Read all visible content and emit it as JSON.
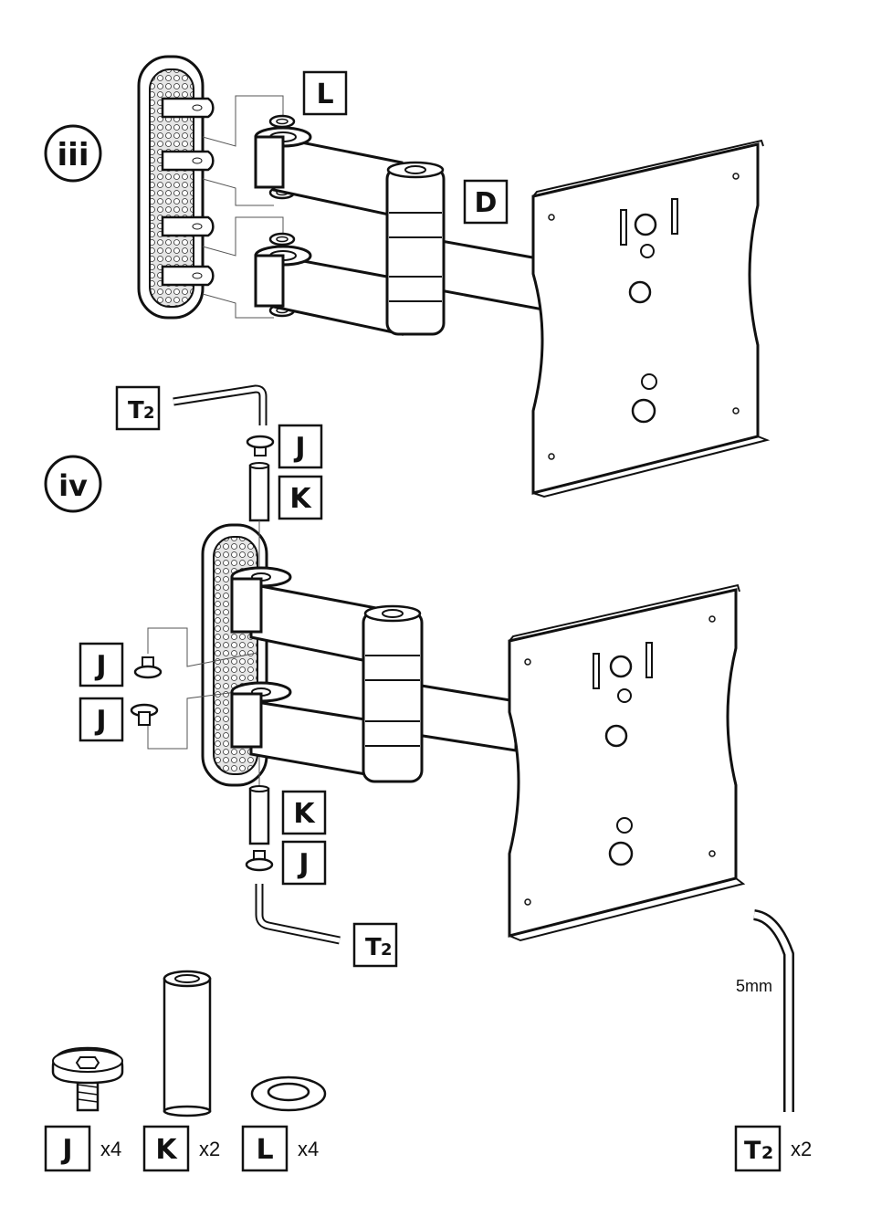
{
  "steps": {
    "iii": "iii",
    "iv": "iv"
  },
  "labels": {
    "L": "L",
    "D": "D",
    "J": "J",
    "K": "K",
    "T": "T",
    "T_sub": "2"
  },
  "hex_key_size": "5mm",
  "parts": [
    {
      "letter": "J",
      "qty": "x4"
    },
    {
      "letter": "K",
      "qty": "x2"
    },
    {
      "letter": "L",
      "qty": "x4"
    },
    {
      "letter": "T",
      "sub": "2",
      "qty": "x2"
    }
  ]
}
